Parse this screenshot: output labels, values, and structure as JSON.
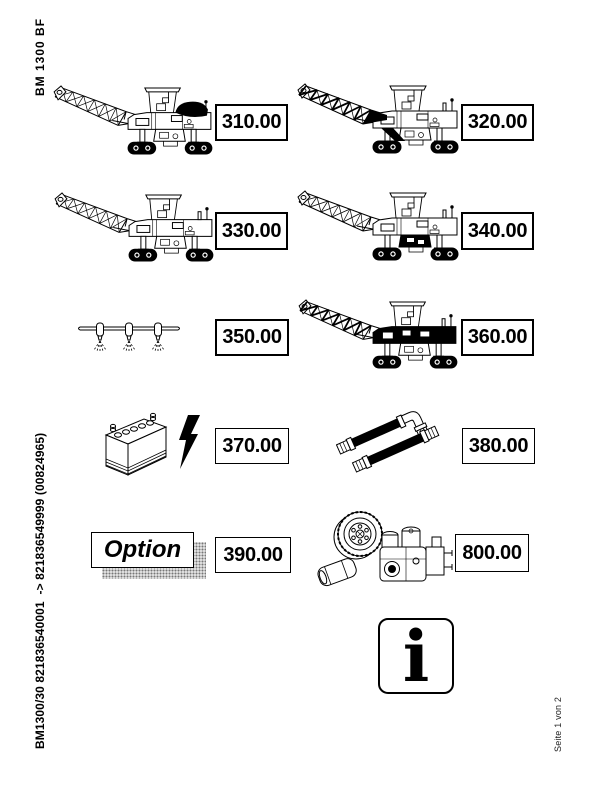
{
  "sidebar": {
    "model": "BM 1300 BF",
    "serial_range": "BM1300/30 821836540001  -> 821836549999 (00824965)"
  },
  "footer": {
    "page_indicator": "Seite 1 von 2"
  },
  "groups": [
    {
      "code": "310.00"
    },
    {
      "code": "320.00"
    },
    {
      "code": "330.00"
    },
    {
      "code": "340.00"
    },
    {
      "code": "350.00"
    },
    {
      "code": "360.00"
    },
    {
      "code": "370.00"
    },
    {
      "code": "380.00"
    },
    {
      "code": "390.00",
      "option_label": "Option"
    },
    {
      "code": "800.00"
    }
  ],
  "info": {
    "label": "i"
  }
}
